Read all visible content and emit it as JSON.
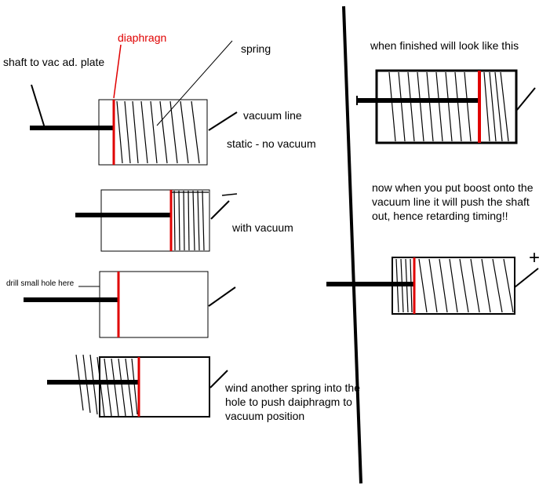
{
  "labels": {
    "diaphragm": "diaphragn",
    "shaft": "shaft to vac ad. plate",
    "spring": "spring",
    "vacuum_line": "vacuum line",
    "static": "static - no vacuum",
    "with_vacuum": "with vacuum",
    "drill": "drill small hole here",
    "wind": "wind another spring into the hole to push daiphragm to vacuum position",
    "finished": "when finished will look like this",
    "boost": "now when you put boost onto the vacuum line it will push the shaft out, hence retarding timing!!",
    "plus": "+",
    "minus": "—"
  },
  "colors": {
    "ink": "#000000",
    "diaphragm": "#e00000"
  }
}
